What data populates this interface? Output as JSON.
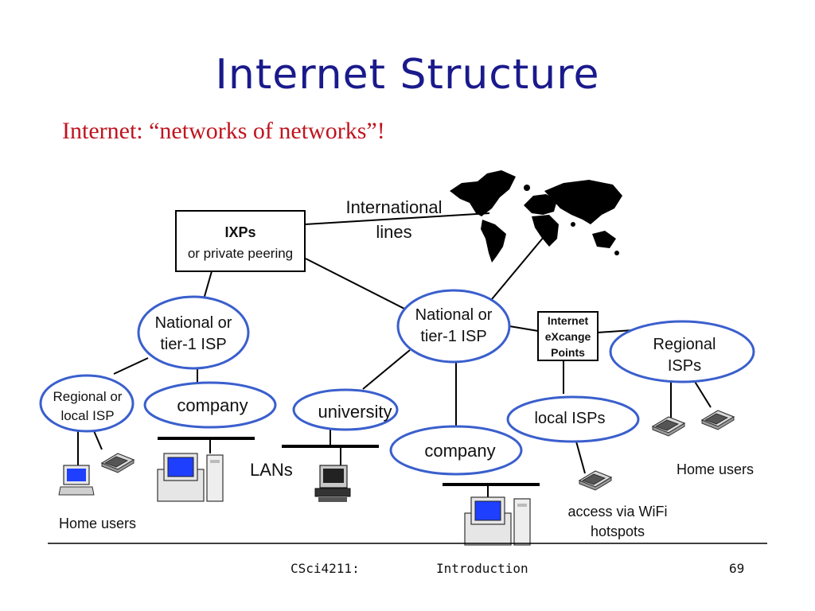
{
  "slide": {
    "title": "Internet Structure",
    "subtitle": "Internet: “networks of networks”!"
  },
  "diagram": {
    "ixp_box": {
      "title": "IXPs",
      "subtitle": "or private peering"
    },
    "international_lines": [
      "International",
      "lines"
    ],
    "national_isp_left": [
      "National or",
      "tier-1 ISP"
    ],
    "national_isp_center": [
      "National or",
      "tier-1 ISP"
    ],
    "regional_local_isp": [
      "Regional or",
      "local ISP"
    ],
    "company_left": "company",
    "university": "university",
    "company_center": "company",
    "local_isps": "local ISPs",
    "regional_isps": [
      "Regional",
      "ISPs"
    ],
    "ixp_small_box": [
      "Internet",
      "eXcange",
      "Points"
    ],
    "lans": "LANs",
    "home_users_left": "Home users",
    "home_users_right": "Home users",
    "wifi": [
      "access via WiFi",
      "hotspots"
    ]
  },
  "footer": {
    "course": "CSci4211:",
    "section": "Introduction",
    "page": "69"
  },
  "colors": {
    "title": "#1a1a8c",
    "subtitle": "#c0141e",
    "ellipse_stroke": "#3a5fcd",
    "screen": "#1f3fff"
  }
}
